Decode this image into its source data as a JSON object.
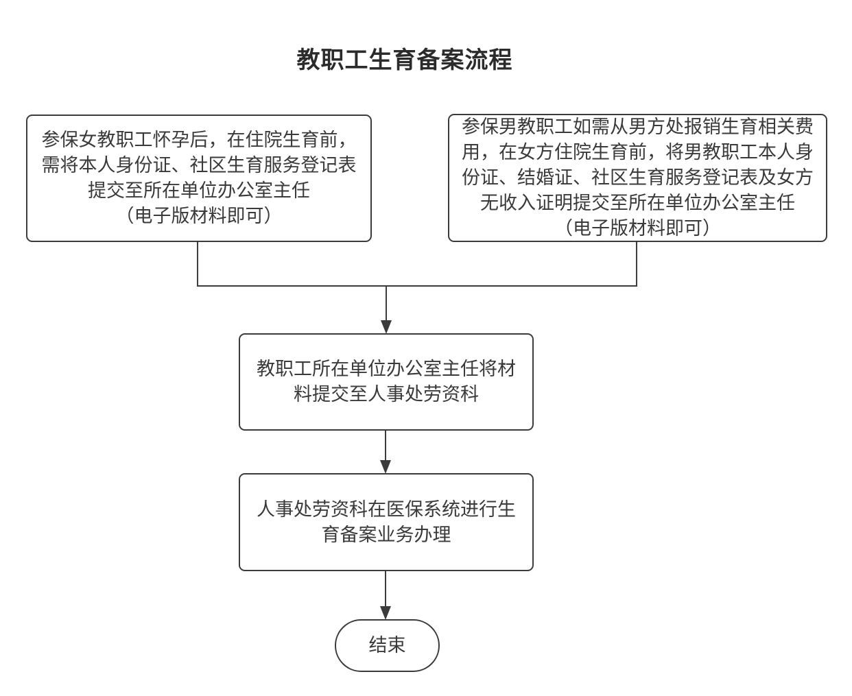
{
  "title": "教职工生育备案流程",
  "colors": {
    "background": "#ffffff",
    "line": "#3b3b3b",
    "text": "#3a3a3a",
    "title": "#2b2b2b"
  },
  "nodes": {
    "female": {
      "lines": [
        "参保女教职工怀孕后，在住院生育前，",
        "需将本人身份证、社区生育服务登记表",
        "提交至所在单位办公室主任",
        "（电子版材料即可）"
      ]
    },
    "male": {
      "lines": [
        "参保男教职工如需从男方处报销生育相关费",
        "用，在女方住院生育前，将男教职工本人身",
        "份证、结婚证、社区生育服务登记表及女方",
        "无收入证明提交至所在单位办公室主任",
        "（电子版材料即可）"
      ]
    },
    "office": {
      "lines": [
        "教职工所在单位办公室主任将材",
        "料提交至人事处劳资科"
      ]
    },
    "hr": {
      "lines": [
        "人事处劳资科在医保系统进行生",
        "育备案业务办理"
      ]
    },
    "end": {
      "label": "结束"
    }
  }
}
